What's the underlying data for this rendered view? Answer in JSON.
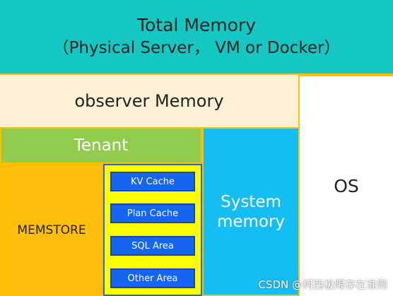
{
  "total_memory": {
    "title": "Total Memory",
    "subtitle": "（Physical Server， VM or Docker）"
  },
  "observer_memory": {
    "label": "observer Memory"
  },
  "os": {
    "label": "OS"
  },
  "tenant": {
    "label": "Tenant"
  },
  "system_memory": {
    "line1": "System",
    "line2": "memory"
  },
  "memstore": {
    "label": "MEMSTORE"
  },
  "caches": [
    {
      "label": "KV Cache"
    },
    {
      "label": "Plan Cache"
    },
    {
      "label": "SQL Area"
    },
    {
      "label": "Other Area"
    }
  ],
  "watermark": "CSDN @柯西极限存在准则",
  "colors": {
    "total_memory": "#14c7c2",
    "observer_memory": "#fdf0d5",
    "tenant": "#92cc4f",
    "system_memory": "#15bdf5",
    "memstore": "#ffbe0a",
    "cache_area": "#ffff00",
    "cache_box": "#1565f0",
    "border": "#ffc000"
  }
}
